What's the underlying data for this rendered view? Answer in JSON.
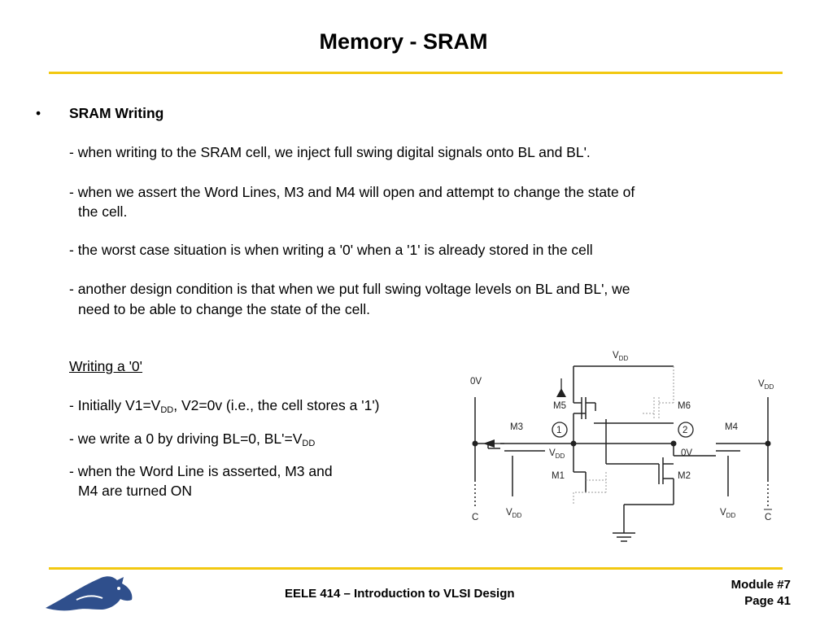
{
  "slide": {
    "title": "Memory - SRAM",
    "bullet_symbol": "•",
    "heading": "SRAM Writing",
    "items": [
      "- when writing to the SRAM cell, we inject full swing digital signals onto BL and BL'.",
      "- when we assert the Word Lines, M3 and M4 will open and attempt to change the state of",
      "the cell.",
      "- the worst case situation is when writing a '0' when a '1' is already stored in the cell",
      "- another design condition is that when we put full swing voltage levels on BL and BL', we",
      "need to be able to change the state of the cell."
    ],
    "subheading": "Writing a '0'",
    "sub_items": {
      "initially_prefix": "- Initially V1=V",
      "initially_sub": "DD",
      "initially_suffix": ", V2=0v (i.e., the cell stores a '1')",
      "write_prefix": "- we write a 0 by driving BL=0, BL'=V",
      "write_sub": "DD",
      "wordline_line1": "- when the Word Line is asserted, M3 and",
      "wordline_line2": "M4 are turned ON"
    }
  },
  "diagram": {
    "vdd_top": "V",
    "vdd_top_sub": "DD",
    "left_bl_value": "0V",
    "right_bl_value": "V",
    "right_bl_value_sub": "DD",
    "m5": "M5",
    "m6": "M6",
    "m3": "M3",
    "m4": "M4",
    "m1": "M1",
    "m2": "M2",
    "node1": "1",
    "node2": "2",
    "node1_value": "V",
    "node1_value_sub": "DD",
    "node2_value": "0V",
    "c_left": "C",
    "c_right": "C",
    "gate_left": "V",
    "gate_left_sub": "DD",
    "gate_right": "V",
    "gate_right_sub": "DD"
  },
  "footer": {
    "course": "EELE 414 – Introduction to VLSI Design",
    "module": "Module #7",
    "page": "Page 41"
  },
  "colors": {
    "accent_rule": "#f2c811",
    "logo": "#2f4f8c"
  }
}
